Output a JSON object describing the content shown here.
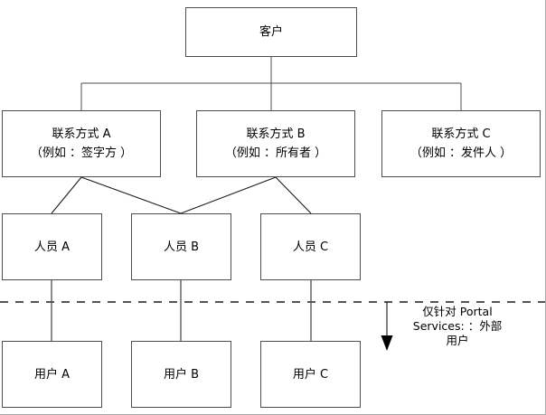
{
  "diagram": {
    "title_node": {
      "label": "客户"
    },
    "contacts": [
      {
        "name": "联系方式 A",
        "example": "（例如 ：签字方 ）"
      },
      {
        "name": "联系方式 B",
        "example": "（例如 ：所有者 ）"
      },
      {
        "name": "联系方式 C",
        "example": "（例如 ：发件人 ）"
      }
    ],
    "persons": [
      {
        "label": "人员 A"
      },
      {
        "label": "人员 B"
      },
      {
        "label": "人员 C"
      }
    ],
    "users": [
      {
        "label": "用户 A"
      },
      {
        "label": "用户 B"
      },
      {
        "label": "用户 C"
      }
    ],
    "annotation": {
      "line1": "仅针对 Portal",
      "line2": "Services: ：外部",
      "line3": "用户"
    },
    "colors": {
      "box_border": "#4d4d4d",
      "connector": "#4d4d4d",
      "dashed_divider": "#555555",
      "arrow": "#000000",
      "background": "#ffffff",
      "text": "#000000"
    }
  }
}
